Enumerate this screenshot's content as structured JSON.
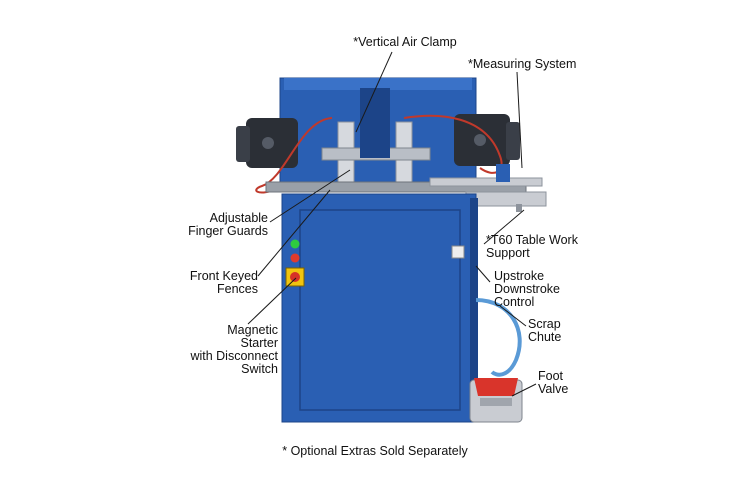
{
  "callouts": {
    "vertical_air_clamp": "*Vertical Air Clamp",
    "measuring_system": "*Measuring System",
    "adjustable_finger_guards": "Adjustable\nFinger Guards",
    "front_keyed_fences": "Front Keyed\nFences",
    "magnetic_starter": "Magnetic\nStarter\nwith Disconnect\nSwitch",
    "table_work_support": "*T60 Table Work\nSupport",
    "upstroke_downstroke": "Upstroke\nDownstroke\nControl",
    "scrap_chute": "Scrap\nChute",
    "foot_valve": "Foot\nValve"
  },
  "footnote": "* Optional Extras Sold Separately",
  "colors": {
    "machine_blue": "#2a5fb3",
    "machine_blue_dark": "#1c4488",
    "motor_dark": "#2b2f36",
    "steel": "#c9ccd2",
    "foot_pedal_red": "#d9342b",
    "callout_line": "#1a1a1a"
  },
  "icons": [
    "left-motor-icon",
    "right-motor-icon",
    "foot-pedal-icon",
    "control-buttons-icon"
  ]
}
